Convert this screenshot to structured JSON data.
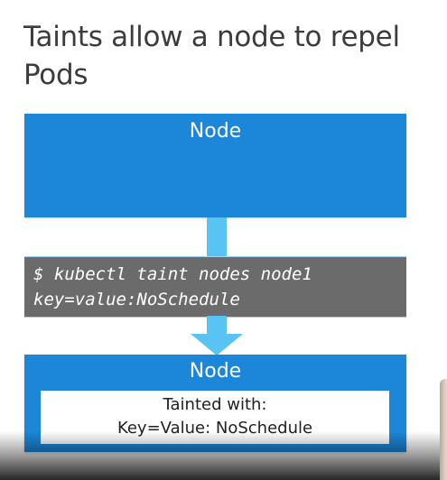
{
  "slide": {
    "title": "Taints allow a node to repel Pods"
  },
  "top_node": {
    "label": "Node"
  },
  "command": {
    "line1": "$ kubectl taint nodes node1",
    "line2": "key=value:NoSchedule"
  },
  "bottom_node": {
    "label": "Node",
    "taint_line1": "Tainted with:",
    "taint_line2": "Key=Value: NoSchedule"
  },
  "colors": {
    "node_blue": "#1c86d8",
    "arrow_blue": "#59c3f3",
    "command_gray": "#6b6b6b"
  }
}
